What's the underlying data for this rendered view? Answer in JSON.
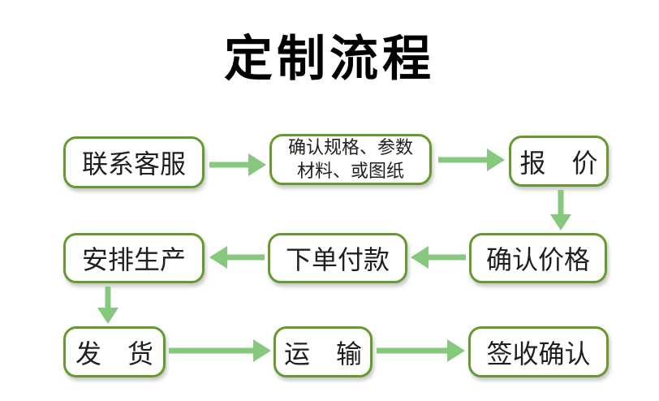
{
  "title": "定制流程",
  "flow": {
    "contact": {
      "label": "联系客服"
    },
    "specs": {
      "line1": "确认规格、参数",
      "line2": "材料、或图纸"
    },
    "quote": {
      "label": "报　价"
    },
    "confirm_price": {
      "label": "确认价格"
    },
    "order_pay": {
      "label": "下单付款"
    },
    "arrange_production": {
      "label": "安排生产"
    },
    "ship": {
      "label": "发　货"
    },
    "transport": {
      "label": "运　输"
    },
    "receipt_confirm": {
      "label": "签收确认"
    }
  },
  "colors": {
    "box_border": "#669a2e",
    "arrow": "#86c87e",
    "text": "#1f1f1f",
    "title": "#000000",
    "background": "#ffffff"
  }
}
